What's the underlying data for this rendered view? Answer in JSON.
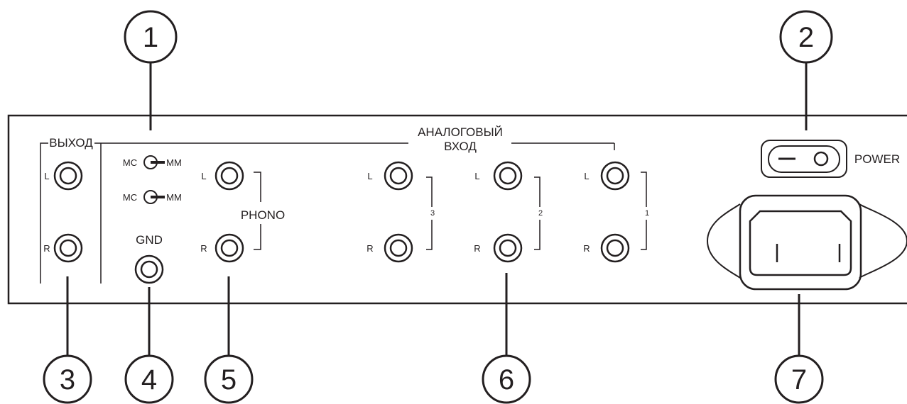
{
  "callouts": [
    "1",
    "2",
    "3",
    "4",
    "5",
    "6",
    "7"
  ],
  "labels": {
    "output": "ВЫХОД",
    "analog_line1": "АНАЛОГОВЫЙ",
    "analog_line2": "ВХОД",
    "left": "L",
    "right": "R",
    "mc": "MC",
    "mm": "MM",
    "gnd": "GND",
    "phono": "PHONO",
    "input_3": "3",
    "input_2": "2",
    "input_1": "1",
    "power": "POWER"
  }
}
